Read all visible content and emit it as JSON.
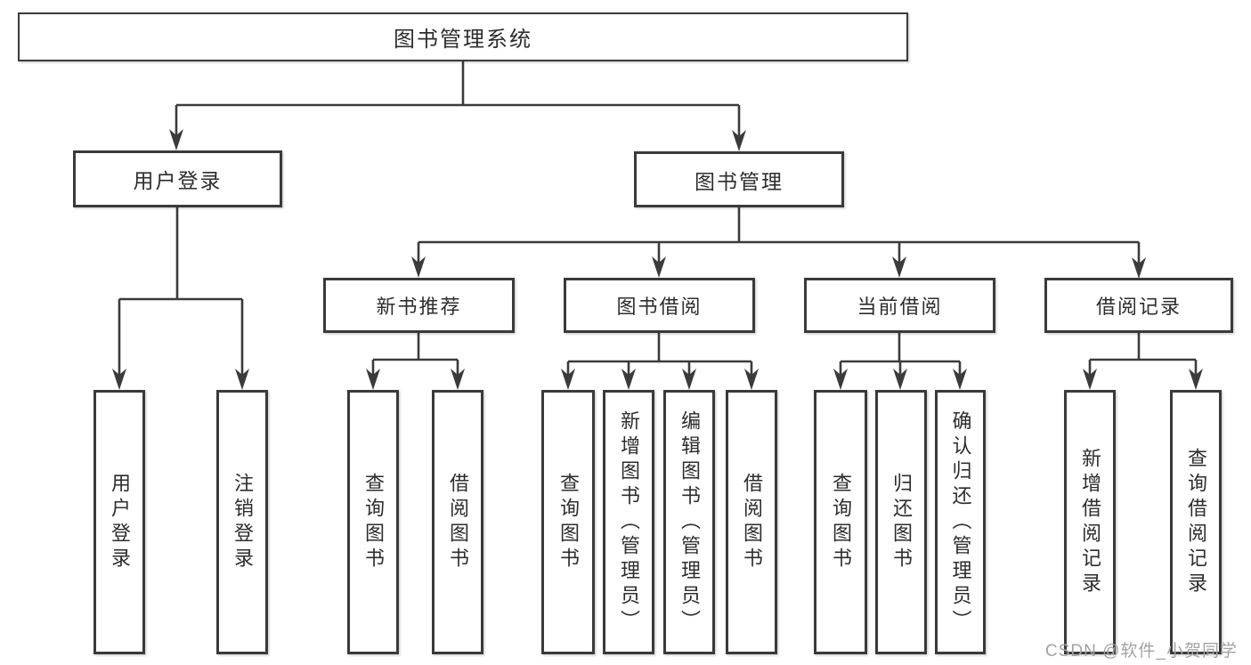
{
  "diagram_title": "图书管理系统",
  "nodes": {
    "root": {
      "label": "图书管理系统"
    },
    "user_login": {
      "label": "用户登录"
    },
    "book_management": {
      "label": "图书管理"
    },
    "new_book_recommend": {
      "label": "新书推荐"
    },
    "book_borrow": {
      "label": "图书借阅"
    },
    "current_borrow": {
      "label": "当前借阅"
    },
    "borrow_records": {
      "label": "借阅记录"
    },
    "leaf_user_login": {
      "label": "用户登录"
    },
    "leaf_logout": {
      "label": "注销登录"
    },
    "leaf_query_books_recommend": {
      "label": "查询图书"
    },
    "leaf_borrow_books_recommend": {
      "label": "借阅图书"
    },
    "leaf_query_books_borrow": {
      "label": "查询图书"
    },
    "leaf_add_books_admin": {
      "label": "新增图书（管理员）"
    },
    "leaf_edit_books_admin": {
      "label": "编辑图书（管理员）"
    },
    "leaf_borrow_books_borrow": {
      "label": "借阅图书"
    },
    "leaf_query_books_current": {
      "label": "查询图书"
    },
    "leaf_return_books": {
      "label": "归还图书"
    },
    "leaf_confirm_return_admin": {
      "label": "确认归还（管理员）"
    },
    "leaf_add_borrow_record": {
      "label": "新增借阅记录"
    },
    "leaf_query_borrow_record": {
      "label": "查询借阅记录"
    }
  },
  "watermark": {
    "text": "CSDN @软件_小贺同学"
  },
  "colors": {
    "line": "#3b3b3b",
    "box_border": "#3a3a3a",
    "text": "#2d2d2d",
    "watermark": "#a3a3a3",
    "background": "#ffffff"
  }
}
